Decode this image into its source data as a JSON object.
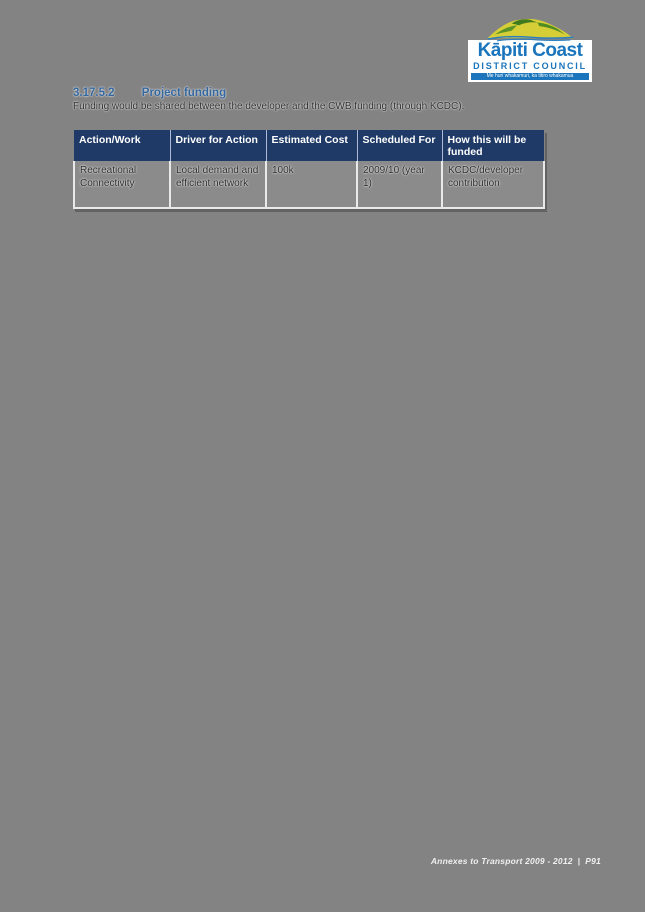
{
  "page": {
    "background": "#838383"
  },
  "logo": {
    "name": "Kāpiti Coast",
    "subtitle": "DISTRICT COUNCIL",
    "motto": "Me huri whakamuri, ka titiro whakamua",
    "brand_blue": "#1a75bc",
    "hill_green": "#3f7a1e",
    "hill_yellow": "#d6ce36"
  },
  "heading": {
    "number": "3.17.5.2",
    "title": "Project funding",
    "color": "#33669e"
  },
  "paragraph": {
    "text": "Funding would be shared between the developer and the CWB funding (through KCDC)."
  },
  "table": {
    "header_bg": "#1f3a66",
    "header_text_color": "#ffffff",
    "columns": [
      "Action/Work",
      "Driver for Action",
      "Estimated Cost",
      "Scheduled For",
      "How this will be funded"
    ],
    "rows": [
      [
        "Recreational Connectivity",
        "Local demand and efficient network",
        "100k",
        "2009/10 (year 1)",
        "KCDC/developer contribution"
      ]
    ]
  },
  "footer": {
    "text": "Annexes to Transport 2009 - 2012",
    "separator": "|",
    "page": "P91"
  }
}
